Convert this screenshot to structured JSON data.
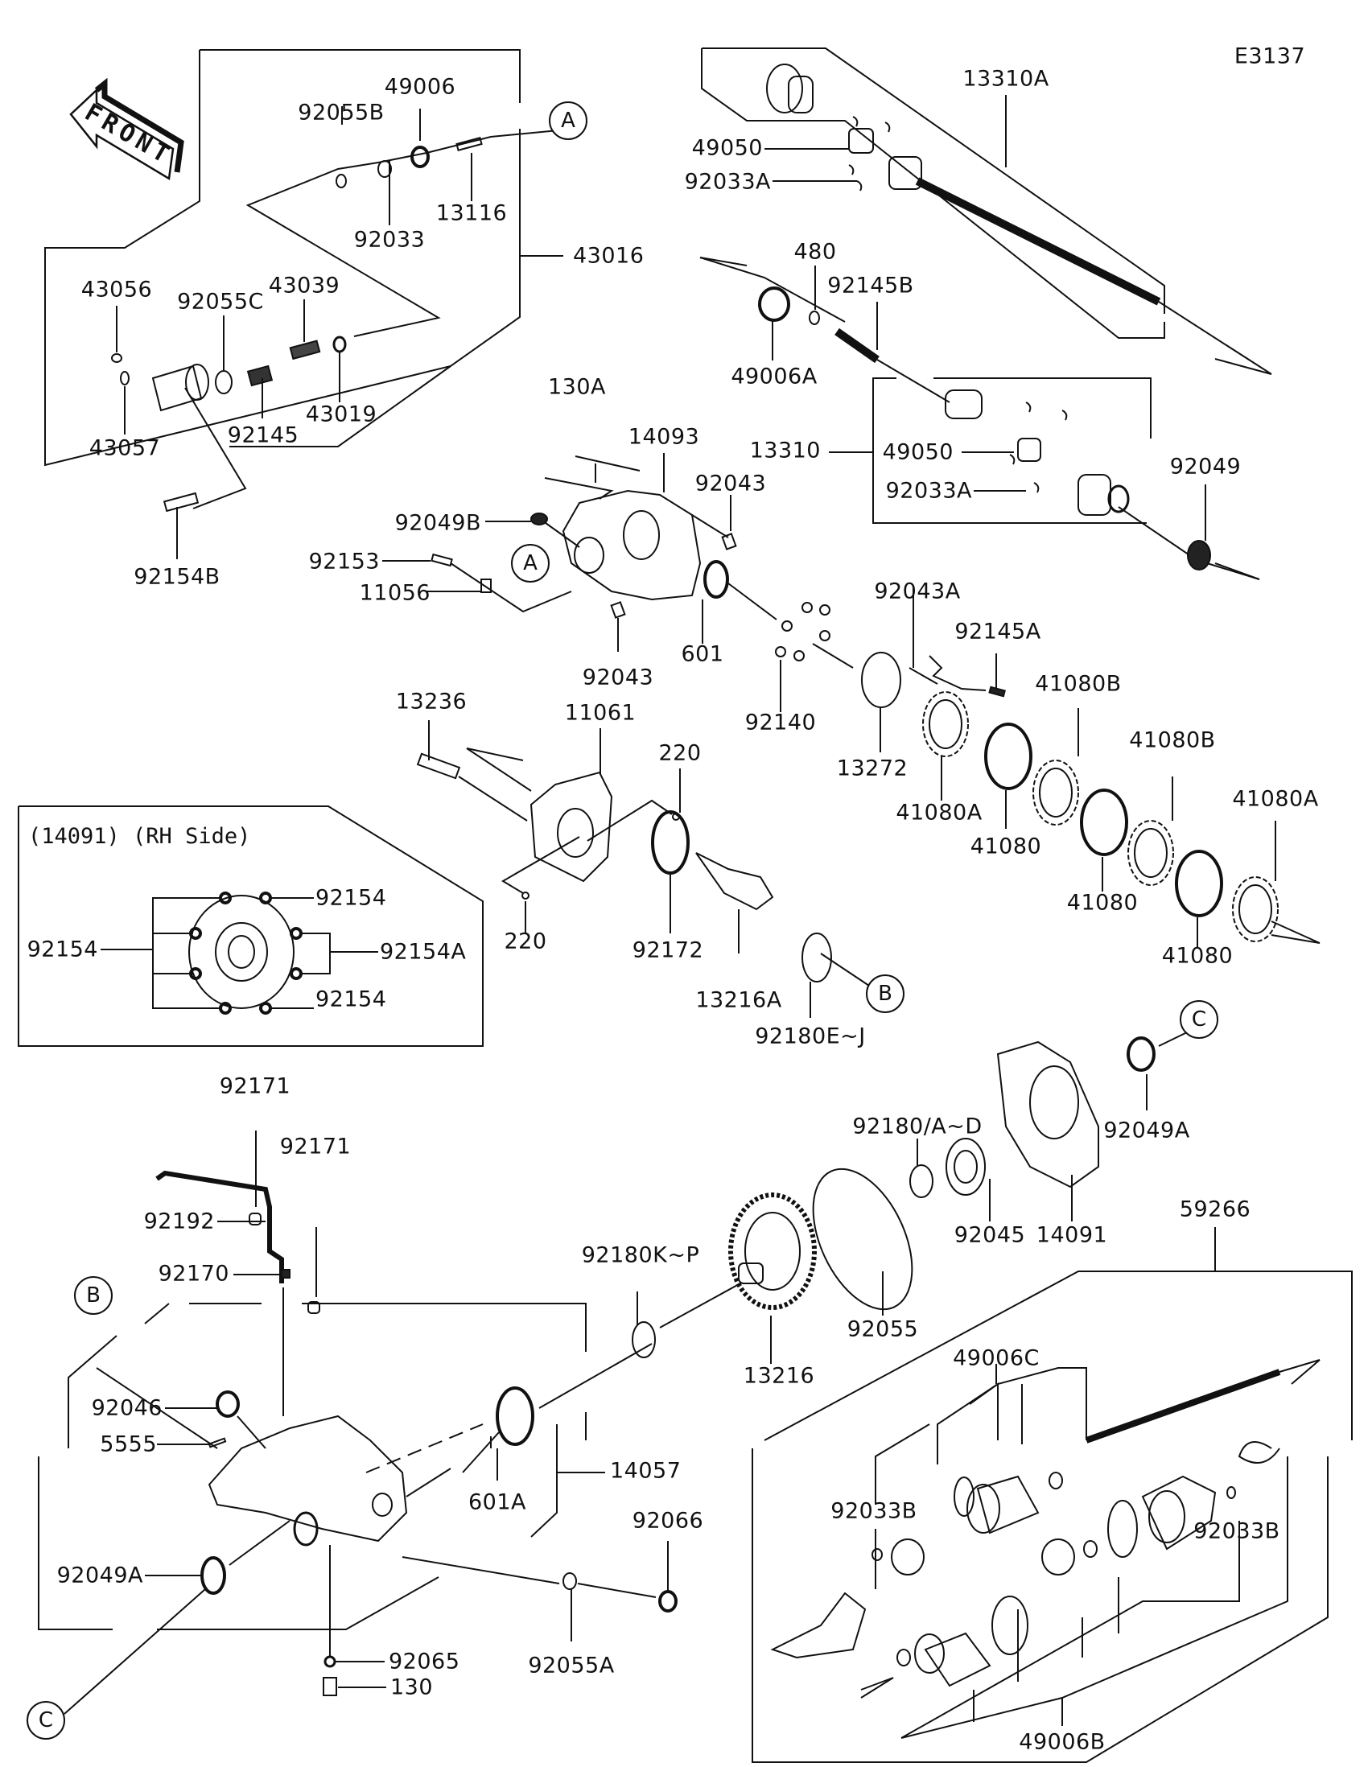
{
  "diagram": {
    "code": "E3137",
    "front_label": "FRONT",
    "inset_title": "(14091) (RH Side)",
    "ref_circles": {
      "a": "A",
      "b": "B",
      "c": "C"
    },
    "labels": {
      "p92055B": "92055B",
      "p49006": "49006",
      "p13116": "13116",
      "p92033": "92033",
      "p43016": "43016",
      "p43056": "43056",
      "p92055C": "92055C",
      "p43039": "43039",
      "p43019": "43019",
      "p92145": "92145",
      "p43057": "43057",
      "p92154B": "92154B",
      "p13310A": "13310A",
      "p49050_top": "49050",
      "p92033A_top": "92033A",
      "p480": "480",
      "p92145B": "92145B",
      "p49006A": "49006A",
      "p130A": "130A",
      "p14093": "14093",
      "p13310": "13310",
      "p49050": "49050",
      "p92033A": "92033A",
      "p92049": "92049",
      "p92043_top": "92043",
      "p92049B": "92049B",
      "p92153": "92153",
      "p11056": "11056",
      "p601": "601",
      "p92043_bot": "92043",
      "p92043A": "92043A",
      "p92145A": "92145A",
      "p41080B_1": "41080B",
      "p41080B_2": "41080B",
      "p41080A_1": "41080A",
      "p41080A_2": "41080A",
      "p41080_1": "41080",
      "p41080_2": "41080",
      "p41080_3": "41080",
      "p92140": "92140",
      "p13272": "13272",
      "p13236": "13236",
      "p11061": "11061",
      "p220_top": "220",
      "p220_bot": "220",
      "p92172": "92172",
      "p13216A": "13216A",
      "p92180EJ": "92180E~J",
      "p92154_top": "92154",
      "p92154_left": "92154",
      "p92154A": "92154A",
      "p92154_bot": "92154",
      "p92171_top": "92171",
      "p92171_right": "92171",
      "p92192": "92192",
      "p92170": "92170",
      "p92180AD": "92180/A~D",
      "p92049A_right": "92049A",
      "p92045": "92045",
      "p14091": "14091",
      "p92180KP": "92180K~P",
      "p92055": "92055",
      "p13216": "13216",
      "p59266": "59266",
      "p92046": "92046",
      "p5555": "5555",
      "p601A": "601A",
      "p14057": "14057",
      "p92066": "92066",
      "p92049A_left": "92049A",
      "p92065": "92065",
      "p92055A": "92055A",
      "p130": "130",
      "p49006C": "49006C",
      "p92033B_left": "92033B",
      "p92033B_right": "92033B",
      "p49006B": "49006B"
    }
  }
}
